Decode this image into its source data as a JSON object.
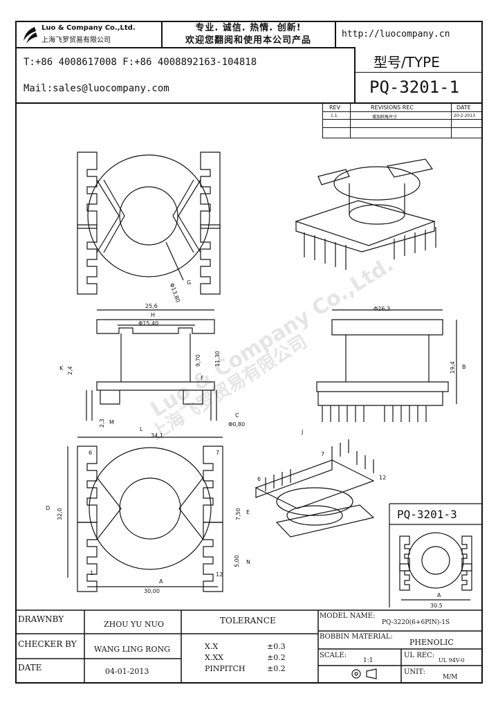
{
  "header": {
    "logo_name": "Luo & Company Co.,Ltd.",
    "logo_cn": "上海飞罗贸易有限公司",
    "slogan_line1": "专业. 诚信. 热情. 创新!",
    "slogan_line2": "欢迎您翻阅和使用本公司产品",
    "url": "http://luocompany.cn",
    "phone_fax": "T:+86 4008617008 F:+86 4008892163-104818",
    "mail": "Mail:sales@luocompany.com",
    "type_label": "型号/TYPE",
    "type_value": "PQ-3201-1"
  },
  "revisions": {
    "headers": [
      "REV",
      "REVISIONS REC",
      "DATE"
    ],
    "rows": [
      [
        "1.1",
        "增加斜角尺寸",
        "20-2-2013"
      ]
    ]
  },
  "dimensions": {
    "d_top": "Φ13,80",
    "mark_g": "G",
    "w_256": "25,6",
    "mark_h": "H",
    "d_1540": "Φ15,40",
    "h_970": "9,70",
    "h_1130": "11,30",
    "mark_f": "F",
    "mark_k": "K",
    "h_24": "2,4",
    "h_23": "2,3",
    "mark_m": "M",
    "mark_c": "C",
    "d_080": "Φ0,80",
    "d_263": "Φ26,3",
    "h_194": "19,4",
    "mark_b": "B",
    "mark_j": "J",
    "mark_l": "L",
    "w_341": "34,1",
    "h_320": "32,0",
    "mark_d": "D",
    "pin6": "6",
    "pin1": "1",
    "pin7": "7",
    "pin12": "12",
    "h_750": "7,50",
    "mark_e": "E",
    "h_500": "5,00",
    "mark_n": "N",
    "w_3000": "30,00",
    "mark_a": "A",
    "pin6b": "6",
    "pin12b": "12",
    "pin7b": "7"
  },
  "inset": {
    "title": "PQ-3201-3",
    "w": "30.5",
    "mark_a": "A"
  },
  "watermark": {
    "line1": "Luo & Company Co.,Ltd.",
    "line2": "上海飞罗贸易有限公司"
  },
  "titleblock": {
    "drawnby_label": "DRAWNBY",
    "drawnby": "ZHOU YU NUO",
    "checker_label": "CHECKER BY",
    "checker": "WANG LING RONG",
    "date_label": "DATE",
    "date": "04-01-2013",
    "tolerance_label": "TOLERANCE",
    "tol_xx_label": "X.X",
    "tol_xx": "±0.3",
    "tol_xxx_label": "X.XX",
    "tol_xxx": "±0.2",
    "tol_pin_label": "PINPITCH",
    "tol_pin": "±0.2",
    "model_label": "MODEL NAME:",
    "model": "PQ-3220(6+6PIN)-1S",
    "bobbin_label": "BOBBIN MATERIAL:",
    "bobbin": "PHENOLIC",
    "scale_label": "SCALE:",
    "scale": "1:1",
    "ul_label": "UL REC:",
    "ul": "UL 94V-0",
    "unit_label": "UNIT:",
    "unit": "M/M"
  }
}
